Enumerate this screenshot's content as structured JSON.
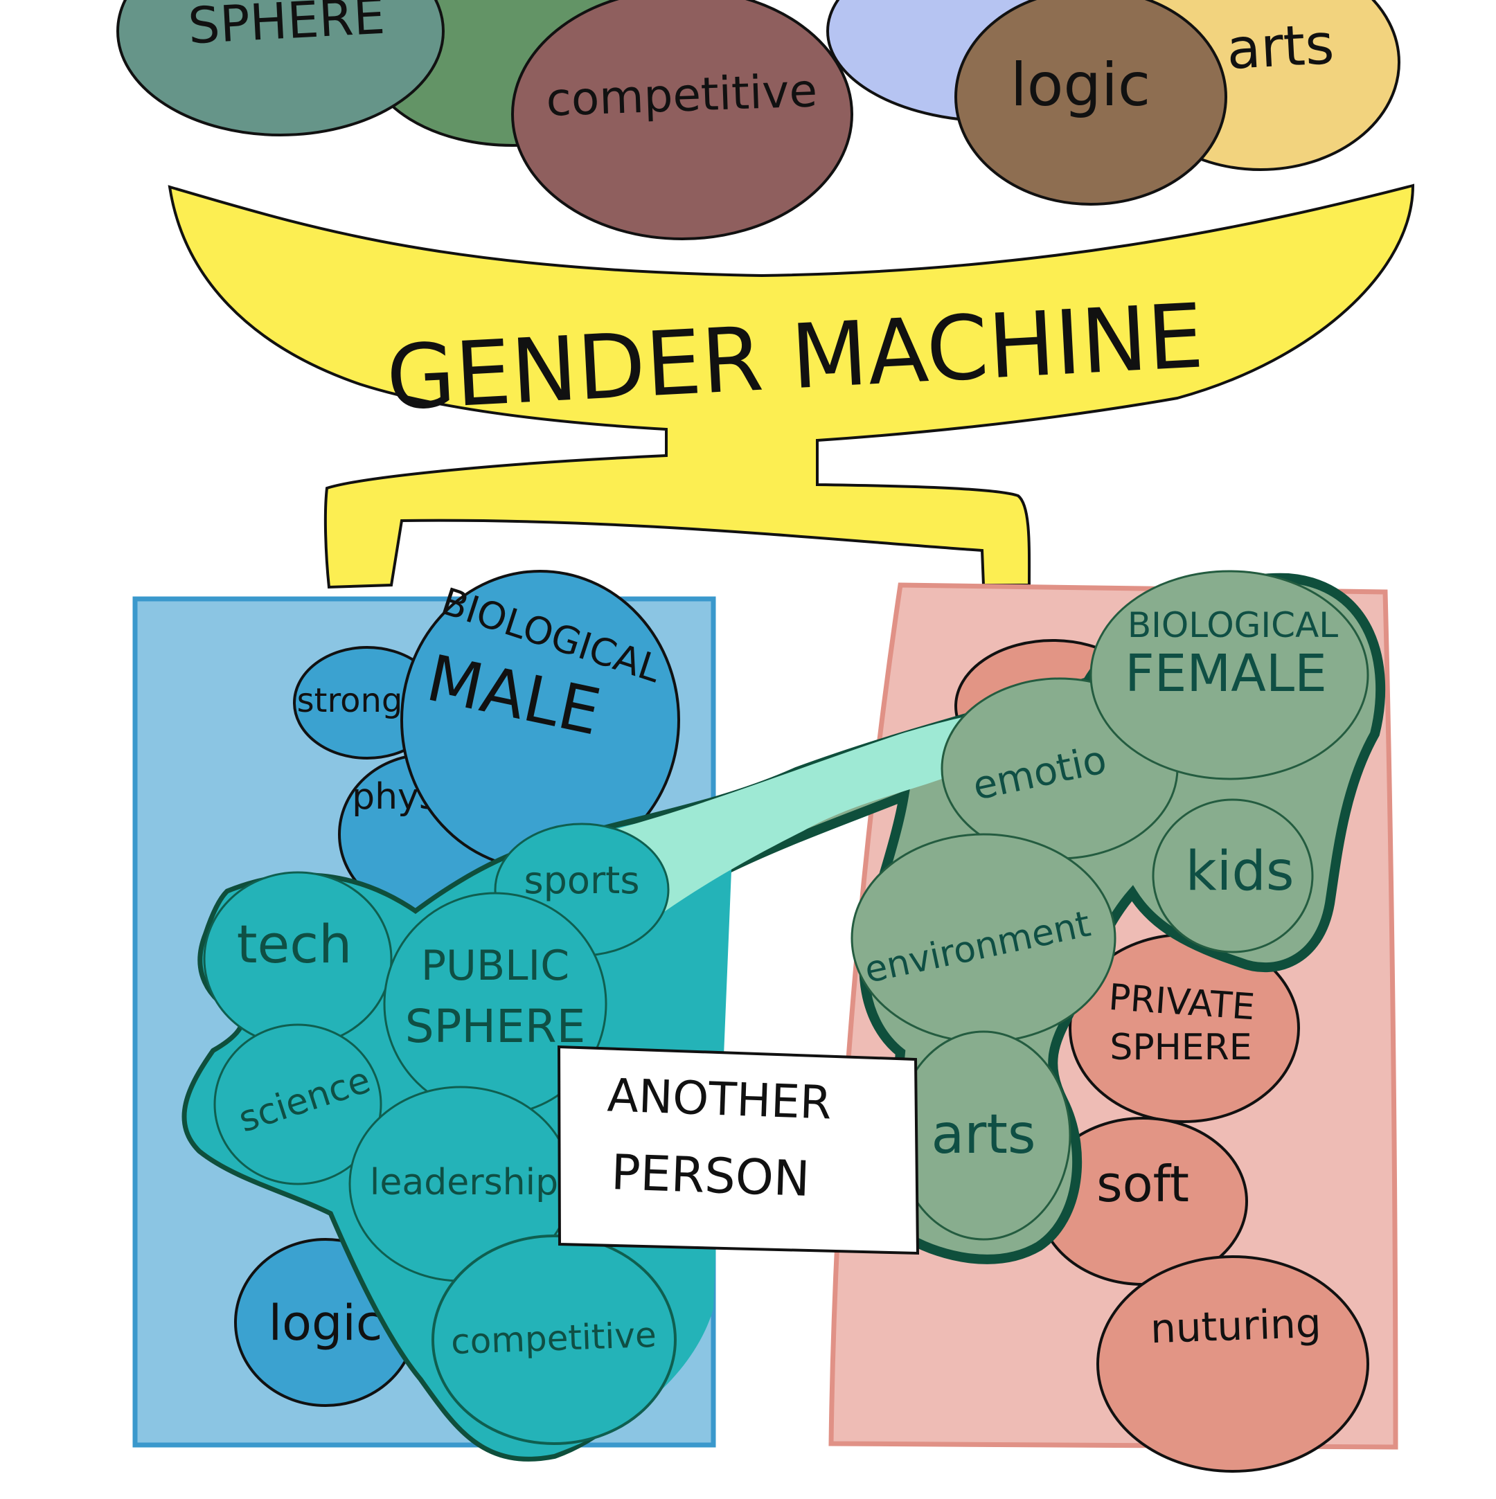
{
  "top_row": {
    "sphere_label": "SPHERE",
    "competitive_label": "competitive",
    "logic_label": "logic",
    "arts_label": "arts"
  },
  "machine": {
    "label": "GENDER MACHINE"
  },
  "male_column": {
    "biological_line1": "BIOLOGICAL",
    "biological_line2": "MALE",
    "strong_label": "strong",
    "physical_label": "phys",
    "sports_label": "sports",
    "tech_label": "tech",
    "public_line1": "PUBLIC",
    "public_line2": "SPHERE",
    "science_label": "science",
    "leadership_label": "leadership",
    "logic_label": "logic",
    "competitive_label": "competitive"
  },
  "female_column": {
    "biological_line1": "BIOLOGICAL",
    "biological_line2": "FEMALE",
    "emotional_label": "emotio",
    "kids_label": "kids",
    "environment_label": "environment",
    "private_line1": "PRIVATE",
    "private_line2": "SPHERE",
    "arts_label": "arts",
    "soft_label": "soft",
    "nurturing_label": "nuturing"
  },
  "another_person": {
    "line1": "ANOTHER",
    "line2": "PERSON"
  },
  "colors": {
    "machine_yellow": "#fcee52",
    "male_panel": "#8bc5e3",
    "male_bubble": "#3ba2d0",
    "female_panel": "#eebcb5",
    "female_bubble": "#e29585",
    "person_teal": "#24b3b8",
    "person_green": "#88ad8e",
    "outline_dark_green": "#0f4f3c"
  }
}
